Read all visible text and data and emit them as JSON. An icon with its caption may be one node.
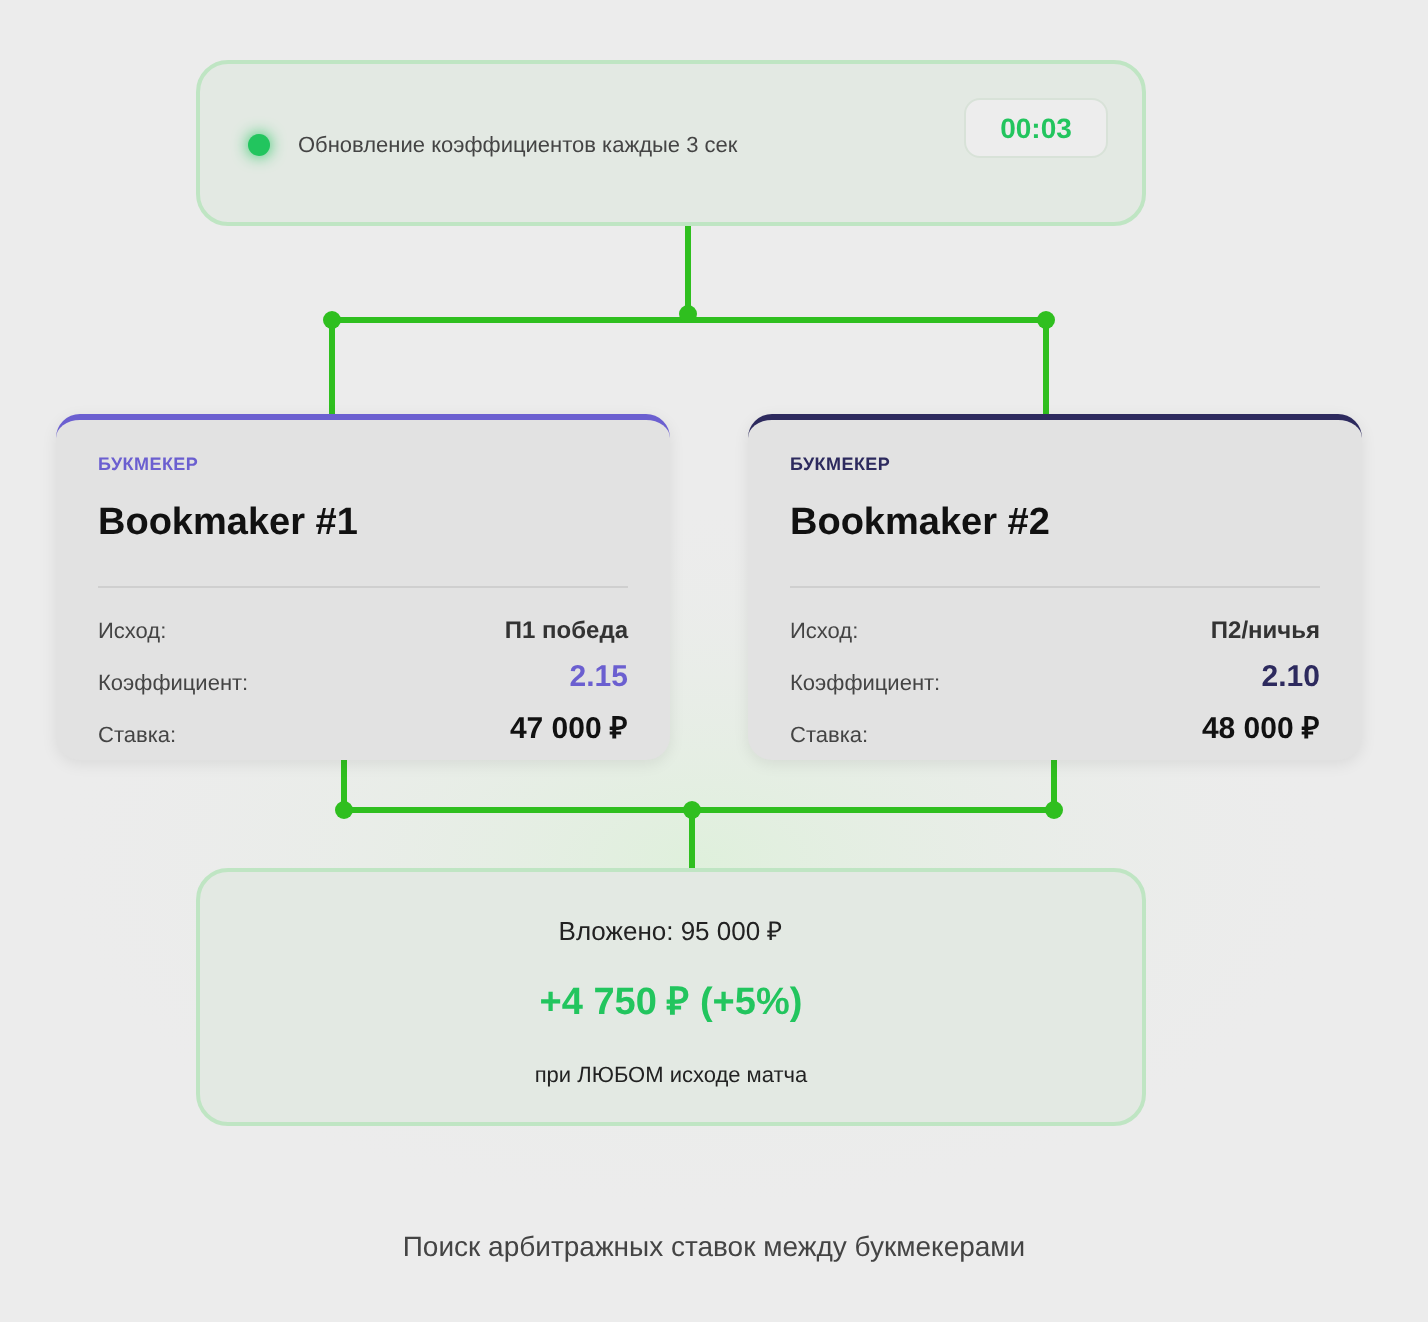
{
  "diagram": {
    "caption": "Поиск арбитражных ставок между букмекерами",
    "nodes": [
      {
        "text": [
          "Обновление коэффициентов каждые 3 сек"
        ]
      },
      {
        "text": [
          "00:03"
        ],
        "in": 0
      },
      {
        "text": [
          "БУКМЕКЕР",
          "Bookmaker #1",
          "Исход:",
          "П1 победа",
          "Коэффициент:",
          "2.15",
          "Ставка:",
          "47 000 ₽"
        ]
      },
      {
        "text": [
          "БУКМЕКЕР",
          "Bookmaker #2",
          "Исход:",
          "П2/ничья",
          "Коэффициент:",
          "2.10",
          "Ставка:",
          "48 000 ₽"
        ]
      },
      {
        "text": [
          "Вложено: 95 000 ₽",
          "+4 750 ₽ (+5%)",
          "при ЛЮБОМ исходе матча"
        ]
      }
    ],
    "edges": [
      {
        "from": 0,
        "to": 2,
        "arrow": "none"
      },
      {
        "from": 0,
        "to": 3,
        "arrow": "none"
      },
      {
        "from": 2,
        "to": 4,
        "arrow": "none"
      },
      {
        "from": 3,
        "to": 4,
        "arrow": "none"
      }
    ]
  }
}
